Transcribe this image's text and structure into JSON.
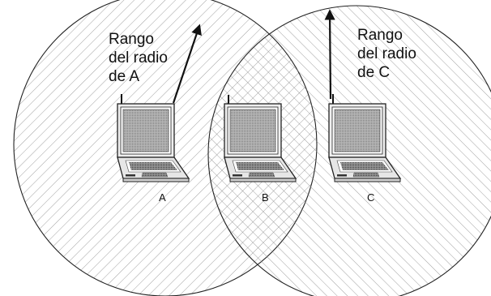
{
  "range_a": {
    "line1": "Rango",
    "line2": "del radio",
    "line3": "de A"
  },
  "range_c": {
    "line1": "Rango",
    "line2": "del radio",
    "line3": "de C"
  },
  "nodes": {
    "a": "A",
    "b": "B",
    "c": "C"
  },
  "colors": {
    "stroke": "#222222",
    "hatch": "#8a8a8a",
    "screen": "#aaaaaa",
    "body": "#e6e6e6",
    "keys": "#555555",
    "background": "#ffffff"
  },
  "icons": {
    "laptop": "laptop-icon",
    "antenna": "antenna-icon"
  }
}
